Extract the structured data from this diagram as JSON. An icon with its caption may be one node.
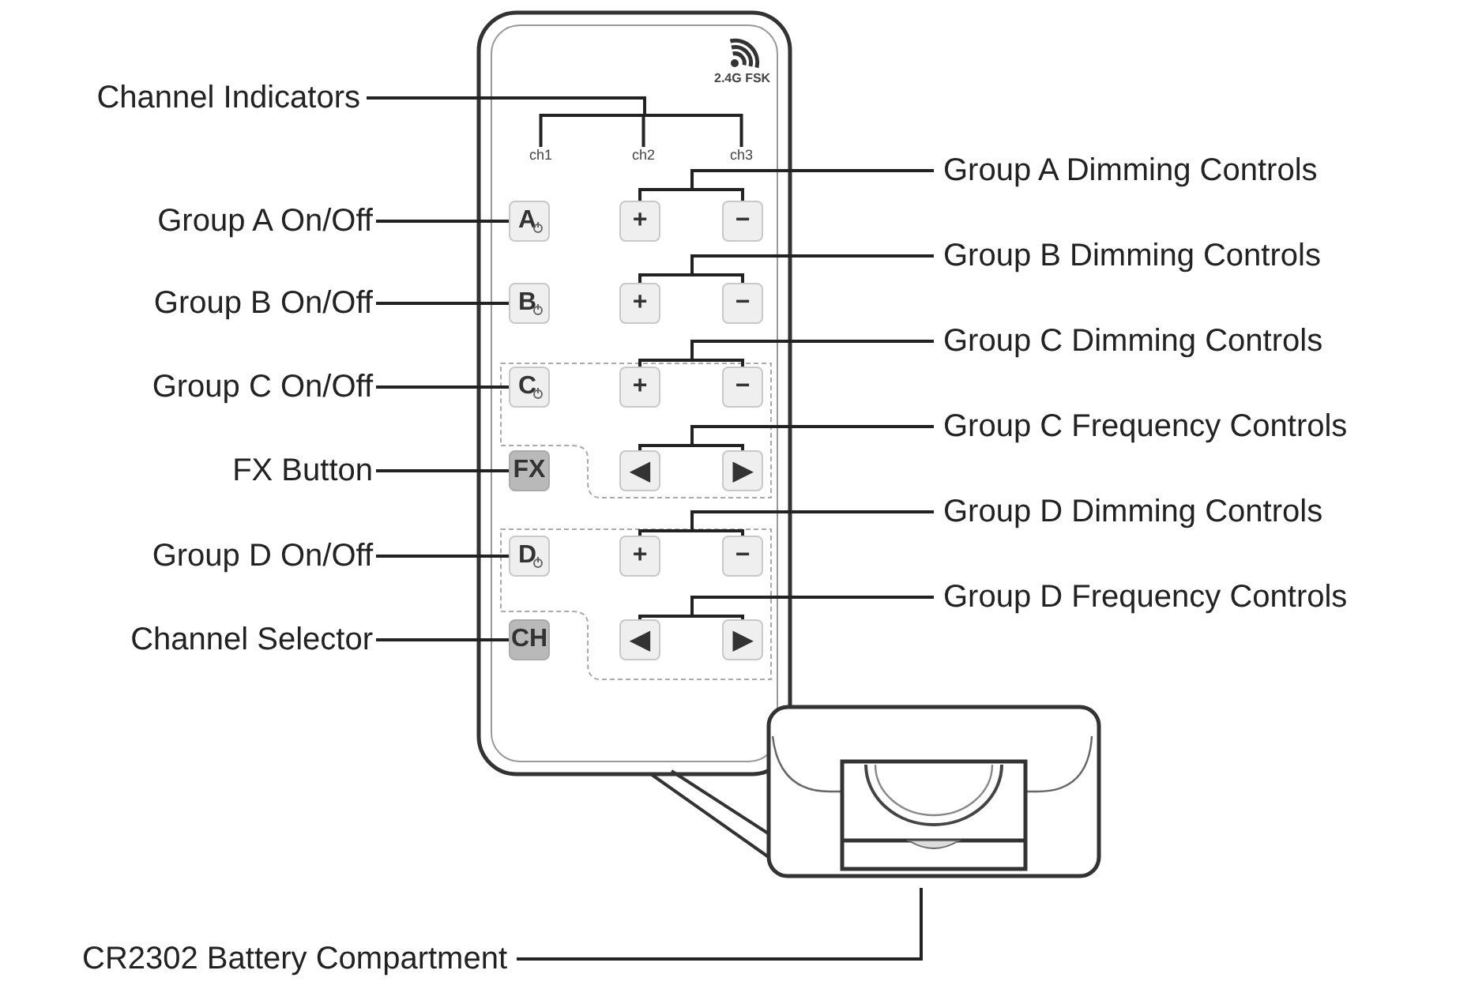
{
  "diagram": {
    "nodes": [
      {
        "text": [
          "Channel Indicators"
        ]
      },
      {
        "text": [
          "ch1"
        ]
      },
      {
        "text": [
          "ch2"
        ]
      },
      {
        "text": [
          "ch3"
        ]
      },
      {
        "text": [
          "Group A On/Off"
        ]
      },
      {
        "text": [
          "A"
        ]
      },
      {
        "text": [
          "Group B On/Off"
        ]
      },
      {
        "text": [
          "B"
        ]
      },
      {
        "text": [
          "Group C On/Off"
        ]
      },
      {
        "text": [
          "C"
        ]
      },
      {
        "text": [
          "FX Button"
        ]
      },
      {
        "text": [
          "FX"
        ]
      },
      {
        "text": [
          "Group D On/Off"
        ]
      },
      {
        "text": [
          "D"
        ]
      },
      {
        "text": [
          "Channel Selector"
        ]
      },
      {
        "text": [
          "CH"
        ]
      },
      {
        "text": [
          "Group A Dimming Controls"
        ]
      },
      {
        "text": [
          "+"
        ]
      },
      {
        "text": [
          "−"
        ]
      },
      {
        "text": [
          "Group B Dimming Controls"
        ]
      },
      {
        "text": [
          "+"
        ]
      },
      {
        "text": [
          "−"
        ]
      },
      {
        "text": [
          "Group C Dimming Controls"
        ]
      },
      {
        "text": [
          "+"
        ]
      },
      {
        "text": [
          "−"
        ]
      },
      {
        "text": [
          "Group C Frequency Controls"
        ]
      },
      {
        "text": [
          "◀"
        ]
      },
      {
        "text": [
          "▶"
        ]
      },
      {
        "text": [
          "Group D Dimming Controls"
        ]
      },
      {
        "text": [
          "+"
        ]
      },
      {
        "text": [
          "−"
        ]
      },
      {
        "text": [
          "Group D Frequency Controls"
        ]
      },
      {
        "text": [
          "◀"
        ]
      },
      {
        "text": [
          "▶"
        ]
      },
      {
        "text": [
          "CR2302 Battery Compartment"
        ]
      },
      {
        "text": [],
        "shape": "picture"
      }
    ],
    "edges": [
      {
        "from": 0,
        "to": 1,
        "arrow": "none"
      },
      {
        "from": 0,
        "to": 2,
        "arrow": "none"
      },
      {
        "from": 0,
        "to": 3,
        "arrow": "none"
      },
      {
        "from": 4,
        "to": 5,
        "arrow": "none"
      },
      {
        "from": 6,
        "to": 7,
        "arrow": "none"
      },
      {
        "from": 8,
        "to": 9,
        "arrow": "none"
      },
      {
        "from": 10,
        "to": 11,
        "arrow": "none"
      },
      {
        "from": 12,
        "to": 13,
        "arrow": "none"
      },
      {
        "from": 14,
        "to": 15,
        "arrow": "none"
      },
      {
        "from": 16,
        "to": 17,
        "arrow": "none"
      },
      {
        "from": 16,
        "to": 18,
        "arrow": "none"
      },
      {
        "from": 19,
        "to": 20,
        "arrow": "none"
      },
      {
        "from": 19,
        "to": 21,
        "arrow": "none"
      },
      {
        "from": 22,
        "to": 23,
        "arrow": "none"
      },
      {
        "from": 22,
        "to": 24,
        "arrow": "none"
      },
      {
        "from": 25,
        "to": 26,
        "arrow": "none"
      },
      {
        "from": 25,
        "to": 27,
        "arrow": "none"
      },
      {
        "from": 28,
        "to": 29,
        "arrow": "none"
      },
      {
        "from": 28,
        "to": 30,
        "arrow": "none"
      },
      {
        "from": 31,
        "to": 32,
        "arrow": "none"
      },
      {
        "from": 31,
        "to": 33,
        "arrow": "none"
      },
      {
        "from": 34,
        "to": 35,
        "arrow": "none"
      }
    ],
    "labels": [
      "2.4G FSK"
    ]
  }
}
